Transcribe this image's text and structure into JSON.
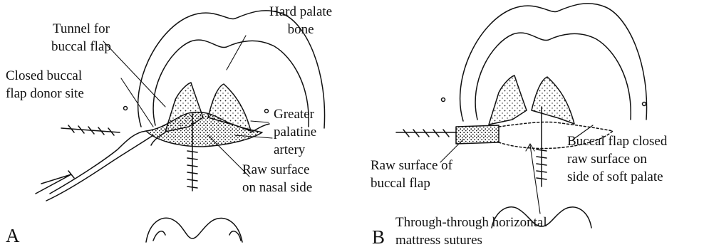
{
  "panel_a": {
    "letter": "A",
    "labels": {
      "hard_palate": [
        "Hard palate",
        "bone"
      ],
      "tunnel": [
        "Tunnel for",
        "buccal flap"
      ],
      "closed_donor": [
        "Closed buccal",
        "flap donor site"
      ],
      "greater_palatine": [
        "Greater",
        "palatine",
        "artery"
      ],
      "raw_nasal": [
        "Raw surface",
        "on nasal side"
      ]
    }
  },
  "panel_b": {
    "letter": "B",
    "labels": {
      "raw_buccal": [
        "Raw surface of",
        "buccal flap"
      ],
      "buccal_closed": [
        "Buccal flap closed",
        "raw surface on",
        "side of soft palate"
      ],
      "mattress": [
        "Through-through horizontal",
        "mattress sutures"
      ]
    }
  }
}
